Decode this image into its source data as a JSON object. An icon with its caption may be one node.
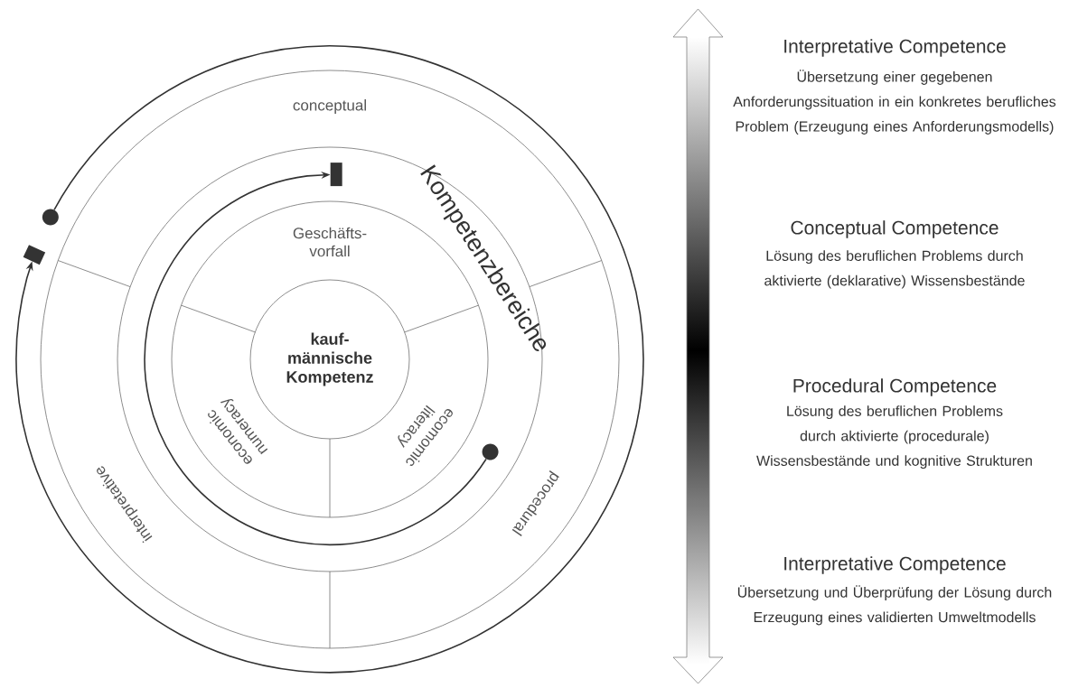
{
  "diagram": {
    "nodes": [
      {
        "text": [],
        "shape": "box"
      },
      {
        "text": [],
        "shape": "circle"
      },
      {
        "text": [],
        "shape": "box"
      },
      {
        "text": [
          "kauf- männische Kompetenz"
        ]
      },
      {
        "text": [],
        "shape": "circle"
      }
    ],
    "edges": [
      {
        "from": 1,
        "to": 2,
        "arrow": "to"
      },
      {
        "from": 4,
        "to": 0,
        "arrow": "to"
      }
    ],
    "labels": [
      "conceptual",
      "Kompetenzbereiche",
      "Geschäfts- vorfall",
      "economic numeracy",
      "ecomomic literacy",
      "interpretative",
      "procedural",
      "Interpretative Competence",
      "Übersetzung einer gegebenen Anforderungssituation in ein konkretes berufliches Problem (Erzeugung eines Anforderungsmodells)",
      "Conceptual Competence",
      "Lösung des beruflichen Problems durch aktivierte (deklarative) Wissensbestände",
      "Procedural Competence",
      "Lösung des beruflichen Problems durch aktivierte (procedurale) Wissensbestände und kognitive Strukturen",
      "Interpretative Competence",
      "Übersetzung und Überprüfung der Lösung durch Erzeugung eines validierten Umweltmodells"
    ]
  }
}
